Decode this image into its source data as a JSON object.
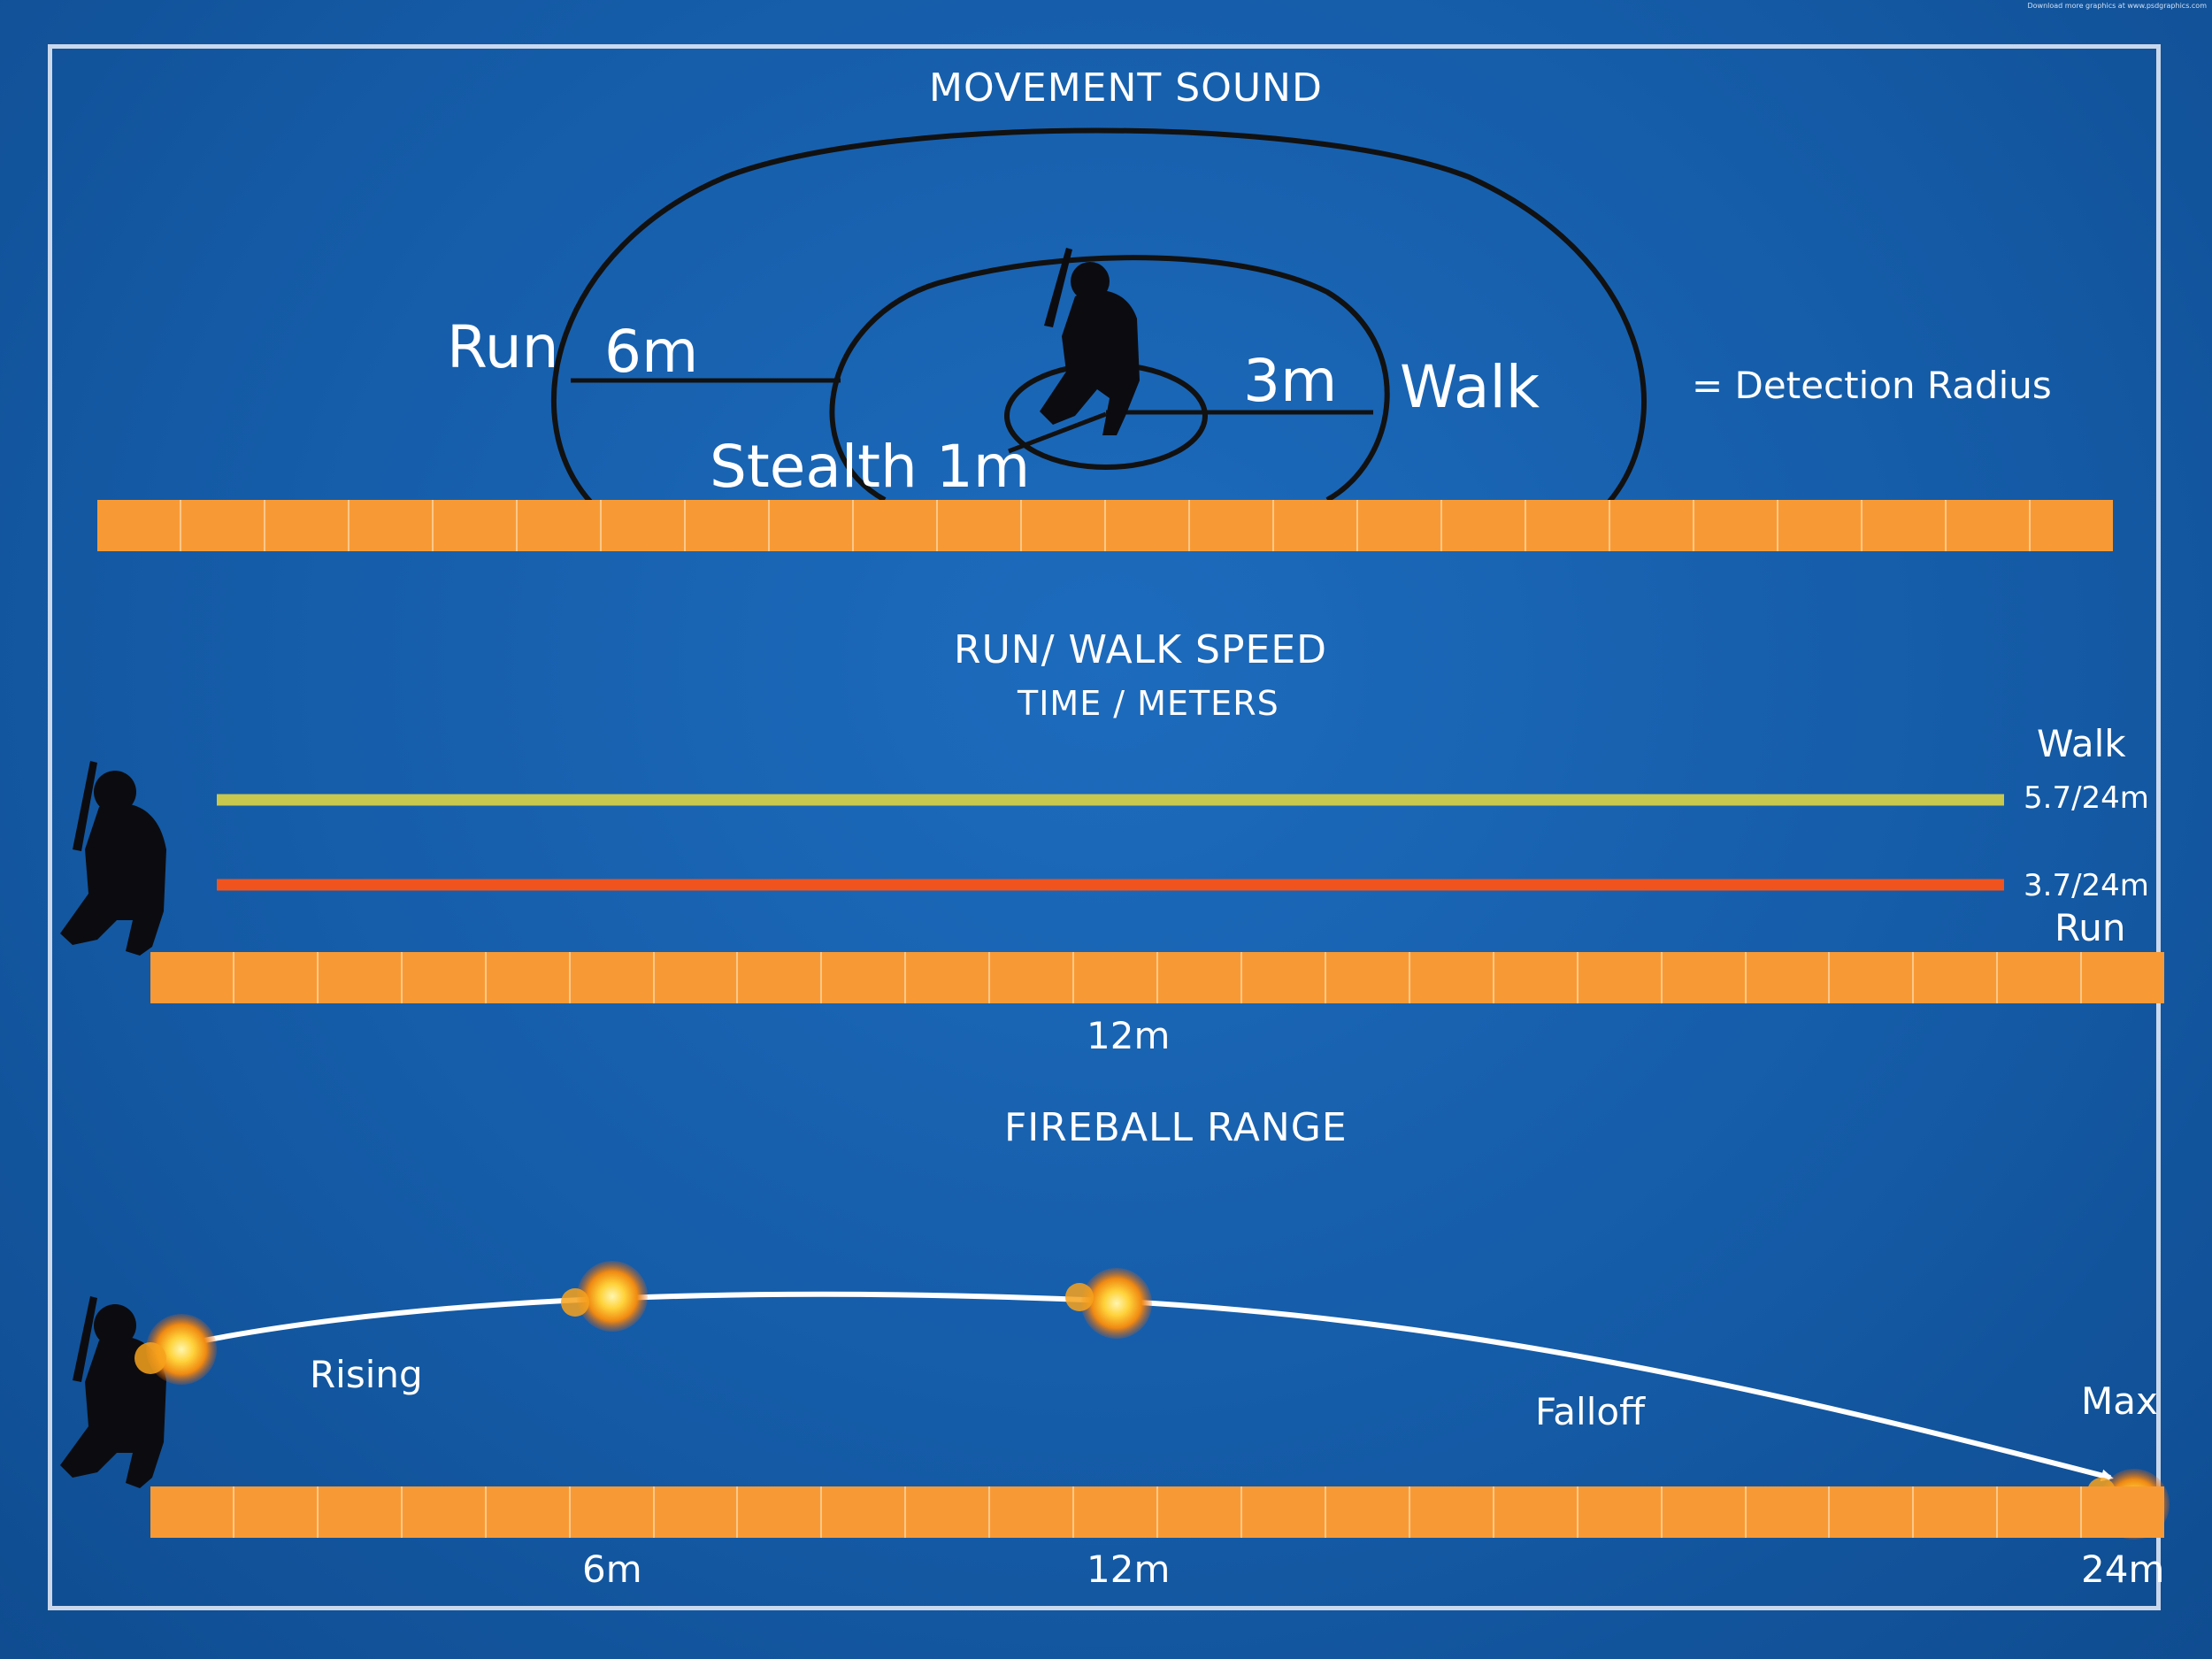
{
  "credit": "Download more graphics at www.psdgraphics.com",
  "colors": {
    "background": "#155ca8",
    "ruler_fill": "#f79a35",
    "walk_line": "#c8c84e",
    "run_line": "#f0531e",
    "outline": "#111111",
    "text": "#ffffff"
  },
  "movement_sound": {
    "title": "MOVEMENT SOUND",
    "run_label": "Run",
    "run_distance": "6m",
    "walk_label": "Walk",
    "walk_distance": "3m",
    "stealth_label": "Stealth 1m",
    "legend": "= Detection Radius",
    "ruler_segments": 24
  },
  "run_walk_speed": {
    "title": "RUN/ WALK SPEED",
    "subtitle": "TIME / METERS",
    "walk_label": "Walk",
    "walk_value": "5.7/24m",
    "run_label": "Run",
    "run_value": "3.7/24m",
    "ruler_mark": "12m",
    "ruler_segments": 24
  },
  "fireball_range": {
    "title": "FIREBALL RANGE",
    "rising_label": "Rising",
    "falloff_label": "Falloff",
    "max_label": "Max",
    "marks": [
      "6m",
      "12m",
      "24m"
    ],
    "ruler_segments": 24
  }
}
